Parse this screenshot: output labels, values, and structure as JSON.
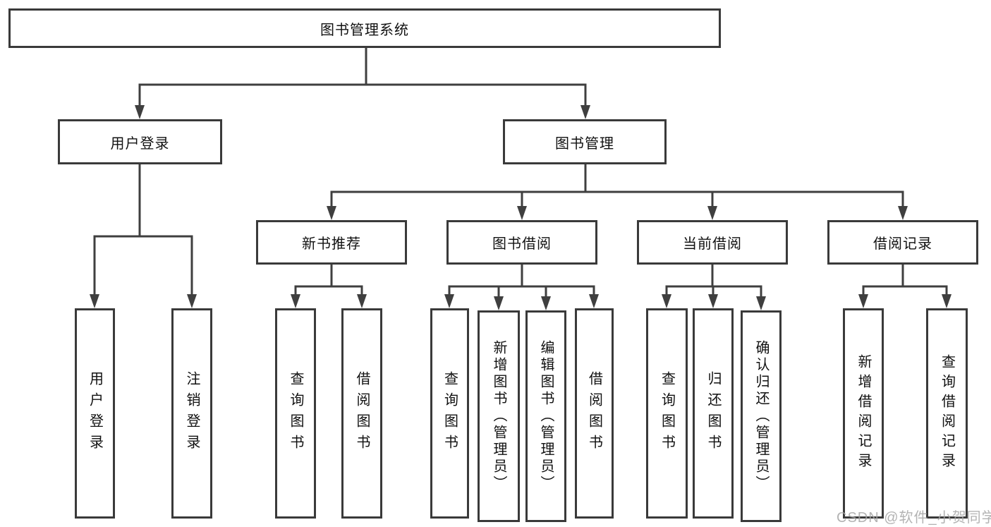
{
  "nodes": {
    "root": "图书管理系统",
    "user_login": "用户登录",
    "book_mgmt": "图书管理",
    "new_books": "新书推荐",
    "book_borrow": "图书借阅",
    "current_borrow": "当前借阅",
    "borrow_records": "借阅记录",
    "leaf_user_login": "用户登录",
    "leaf_logout": "注销登录",
    "leaf_nb_query": "查询图书",
    "leaf_nb_borrow": "借阅图书",
    "leaf_bb_query": "查询图书",
    "leaf_bb_add": "新增图书（管理员）",
    "leaf_bb_edit": "编辑图书（管理员）",
    "leaf_bb_borrow": "借阅图书",
    "leaf_cb_query": "查询图书",
    "leaf_cb_return": "归还图书",
    "leaf_cb_confirm": "确认归还（管理员）",
    "leaf_br_add": "新增借阅记录",
    "leaf_br_query": "查询借阅记录"
  },
  "watermark": "CSDN @软件_小贺同学",
  "colors": {
    "line": "#3f3f3f",
    "border": "#3a3a3a",
    "text": "#111111",
    "watermark": "#a6a6a6",
    "background": "#ffffff"
  }
}
